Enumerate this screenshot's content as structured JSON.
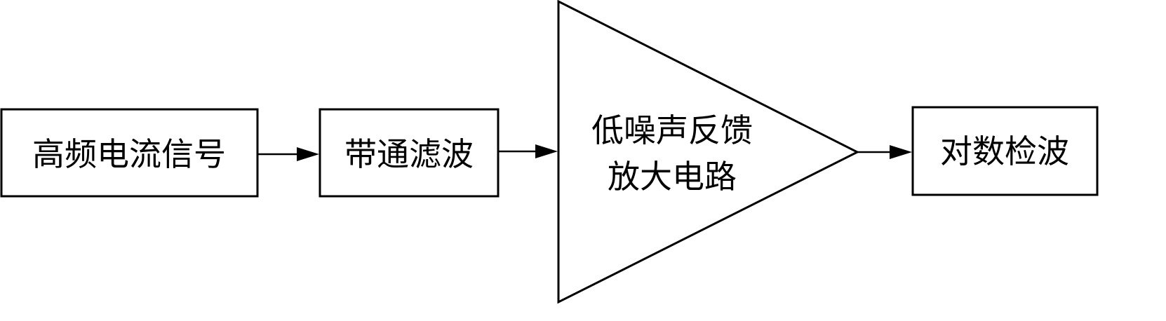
{
  "blocks": {
    "input": "高频电流信号",
    "filter": "带通滤波",
    "amplifier_line1": "低噪声反馈",
    "amplifier_line2": "放大电路",
    "detector": "对数检波"
  }
}
